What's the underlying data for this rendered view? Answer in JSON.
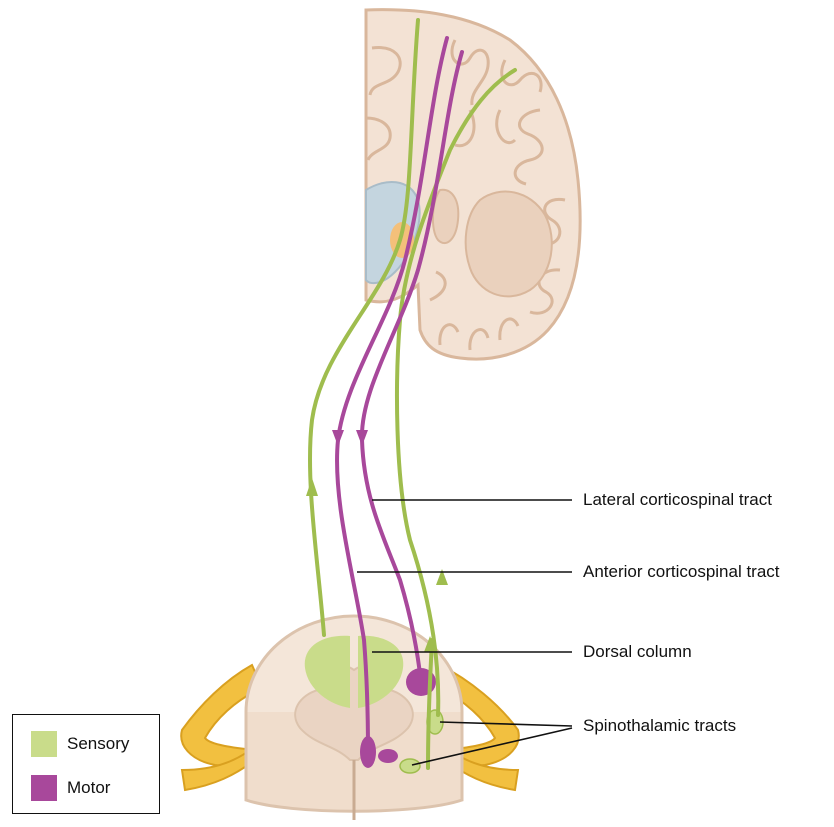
{
  "labels": {
    "lateral": "Lateral corticospinal tract",
    "anterior": "Anterior corticospinal tract",
    "dorsal": "Dorsal column",
    "spinothalamic": "Spinothalamic tracts"
  },
  "legend": {
    "sensory": "Sensory",
    "motor": "Motor"
  },
  "colors": {
    "sensory": "#9fbd4e",
    "sensory_fill": "#c9dc8a",
    "motor": "#a8489b",
    "motor_fill": "#a8489b",
    "brain_tissue": "#f3e2d4",
    "brain_dark": "#e2c6ae",
    "nerve": "#f2c040"
  }
}
